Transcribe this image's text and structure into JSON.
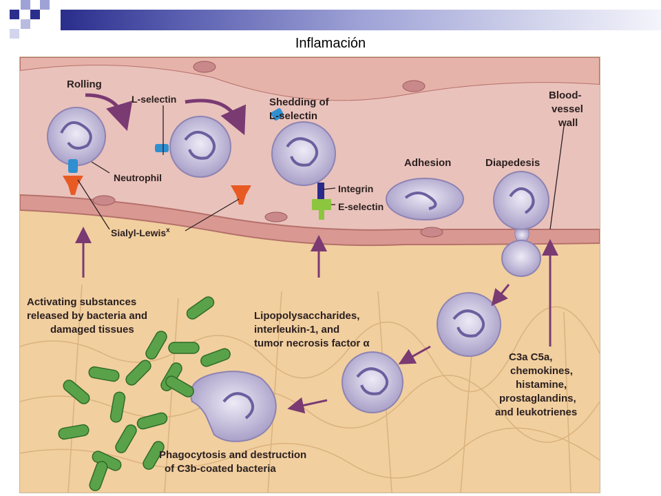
{
  "slide": {
    "title": "Inflamación",
    "accent_colors": [
      "#2a2e8c",
      "#9ea2d6"
    ]
  },
  "figure": {
    "labels": {
      "rolling": "Rolling",
      "l_selectin": "L-selectin",
      "shedding": [
        "Shedding of",
        "L-selectin"
      ],
      "blood_vessel_wall": [
        "Blood-",
        "vessel",
        "wall"
      ],
      "adhesion": "Adhesion",
      "diapedesis": "Diapedesis",
      "neutrophil": "Neutrophil",
      "integrin": "Integrin",
      "e_selectin": "E-selectin",
      "sialyl_lewis": "Sialyl-Lewis",
      "sialyl_lewis_sup": "x",
      "activating_substances": [
        "Activating substances",
        "released by bacteria and",
        "damaged tissues"
      ],
      "lipopolysaccharides": [
        "Lipopolysaccharides,",
        "interleukin-1, and",
        "tumor necrosis factor α"
      ],
      "chemo_factors": [
        "C3a  C5a,",
        "chemokines,",
        "histamine,",
        "prostaglandins,",
        "and leukotrienes"
      ],
      "phagocytosis": [
        "Phagocytosis and destruction",
        "of C3b-coated bacteria"
      ]
    }
  }
}
